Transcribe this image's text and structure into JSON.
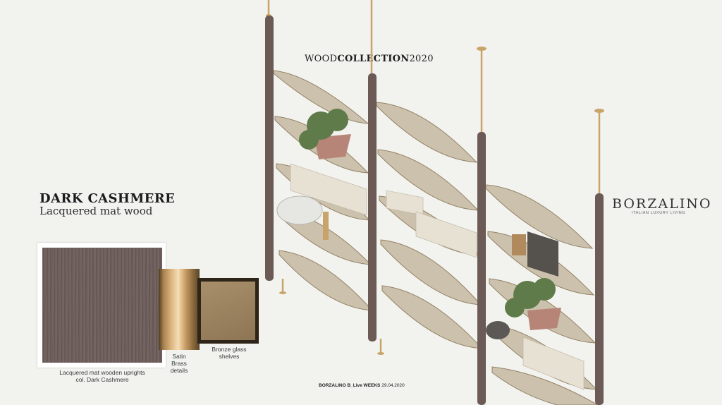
{
  "header": {
    "collection_prefix": "WOOD",
    "collection_bold": "COLLECTION",
    "collection_year": "2020"
  },
  "finish": {
    "name": "DARK CASHMERE",
    "description": "Lacquered mat wood"
  },
  "brand": {
    "name": "BORZALINO",
    "tagline": "ITALIAN LUXURY LIVING"
  },
  "swatches": {
    "wood_caption_line1": "Lacquered mat wooden uprights",
    "wood_caption_line2": "col. Dark Cashmere",
    "brass_caption_line1": "Satin",
    "brass_caption_line2": "Brass",
    "brass_caption_line3": "details",
    "glass_caption_line1": "Bronze glass",
    "glass_caption_line2": "shelves"
  },
  "footer": {
    "event_bold": "BORZALINO B_Live WEEKS",
    "date": "29.04.2020"
  },
  "colors": {
    "background": "#f2f3ef",
    "dark_cashmere": "#6e5e5c",
    "satin_brass": "#d9b37d",
    "bronze_glass": "#a88f6b"
  }
}
